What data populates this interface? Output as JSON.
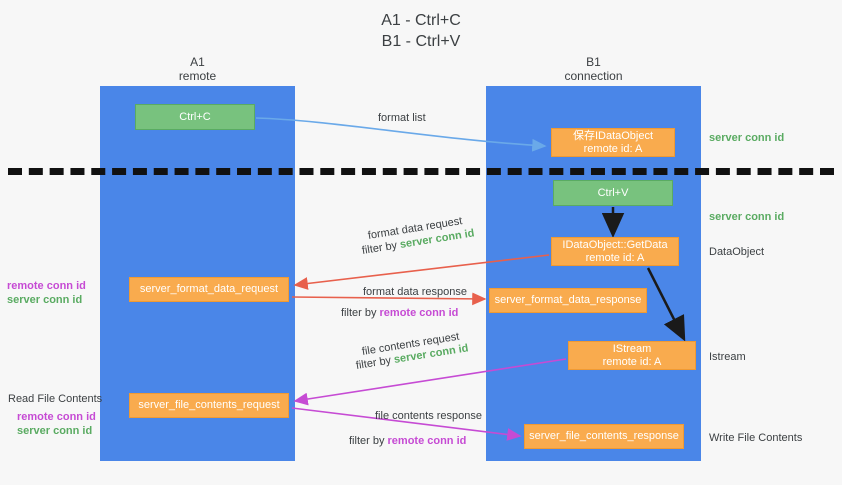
{
  "title": {
    "line1": "A1 - Ctrl+C",
    "line2": "B1 - Ctrl+V"
  },
  "colors": {
    "lane": "#4a86e8",
    "green_box": "#78c27e",
    "orange_box": "#f9ab4e",
    "server_conn_id": "#5aab62",
    "remote_conn_id": "#c64bd4",
    "arrow_blue": "#6aa9e9",
    "arrow_red": "#e8604c",
    "arrow_magenta": "#c64bd4",
    "arrow_black": "#1a1a1a",
    "divider": "#111111",
    "background": "#f7f7f7"
  },
  "lanes": [
    {
      "id": "a1",
      "title": "A1",
      "subtitle": "remote"
    },
    {
      "id": "b1",
      "title": "B1",
      "subtitle": "connection"
    }
  ],
  "boxes": {
    "ctrl_c": {
      "line1": "Ctrl+C",
      "line2": ""
    },
    "save_idataobject": {
      "line1": "保存IDataObject",
      "line2": "remote id: A"
    },
    "ctrl_v": {
      "line1": "Ctrl+V",
      "line2": ""
    },
    "getdata": {
      "line1": "IDataObject::GetData",
      "line2": "remote id: A"
    },
    "server_format_data_request": {
      "line1": "server_format_data_request",
      "line2": ""
    },
    "server_format_data_response": {
      "line1": "server_format_data_response",
      "line2": ""
    },
    "istream": {
      "line1": "IStream",
      "line2": "remote id: A"
    },
    "server_file_contents_request": {
      "line1": "server_file_contents_request",
      "line2": ""
    },
    "server_file_contents_response": {
      "line1": "server_file_contents_response",
      "line2": ""
    }
  },
  "edge_labels": {
    "format_list": "format list",
    "format_data_request": "format data request",
    "format_data_request_filter_prefix": "filter by ",
    "format_data_request_filter_value": "server conn id",
    "format_data_response": "format data response",
    "format_data_response_filter_prefix": "filter by ",
    "format_data_response_filter_value": "remote conn id",
    "file_contents_request": "file contents request",
    "file_contents_request_filter_prefix": "filter by ",
    "file_contents_request_filter_value": "server conn id",
    "file_contents_response": "file contents response",
    "file_contents_response_filter_prefix": "filter by ",
    "file_contents_response_filter_value": "remote conn id"
  },
  "right_labels": {
    "server_conn_id_top": "server conn id",
    "server_conn_id_mid": "server conn id",
    "dataobject": "DataObject",
    "istream": "Istream",
    "write_file_contents": "Write File Contents"
  },
  "left_labels": {
    "remote_conn_id_1": "remote conn id",
    "server_conn_id_1": "server conn id",
    "read_file_contents": "Read File Contents",
    "remote_conn_id_2": "remote conn id",
    "server_conn_id_2": "server conn id"
  }
}
